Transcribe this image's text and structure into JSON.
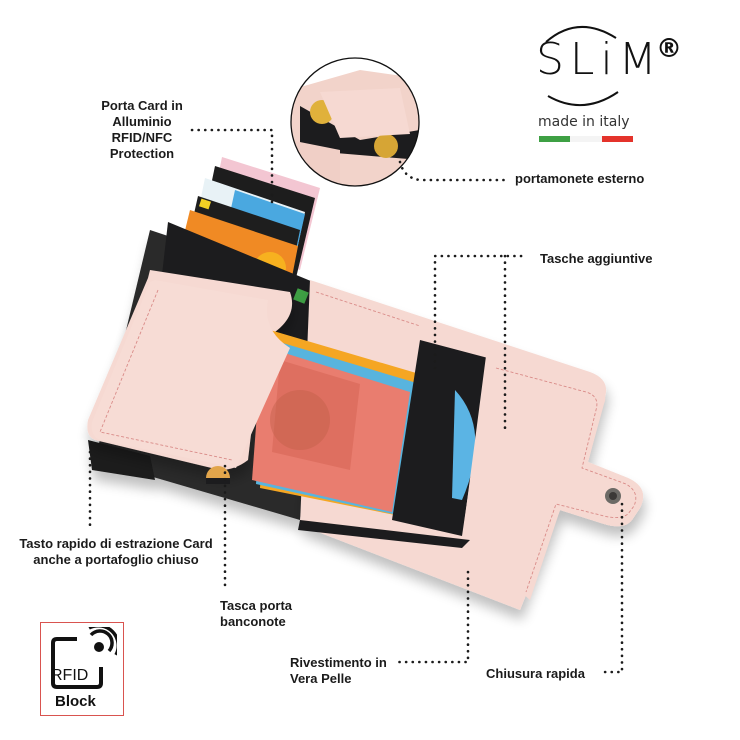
{
  "brand": {
    "logo_text": "SLiM",
    "registered_mark": "®",
    "tagline": "made in italy",
    "flag_colors": [
      "#3ea044",
      "#ffffff",
      "#e4332b"
    ]
  },
  "callouts": {
    "porta_card": [
      "Porta Card in",
      "Alluminio",
      "RFID/NFC",
      "Protection"
    ],
    "portamonete": "portamonete esterno",
    "tasche": "Tasche aggiuntive",
    "tasto": [
      "Tasto rapido di estrazione Card",
      "anche a portafoglio chiuso"
    ],
    "tasca_banconote": [
      "Tasca porta",
      "banconote"
    ],
    "rivestimento": [
      "Rivestimento in",
      "Vera Pelle"
    ],
    "chiusura": "Chiusura rapida"
  },
  "rfid_badge": {
    "icon_text": "RFID",
    "caption": "Block",
    "border_color": "#d9534f"
  },
  "colors": {
    "leather_pink": "#f6d9d2",
    "leather_stitch": "#d98b88",
    "lining_black": "#1c1c1e",
    "aluminium_dark": "#2a2a2a",
    "dots": "#1b1b1b"
  }
}
